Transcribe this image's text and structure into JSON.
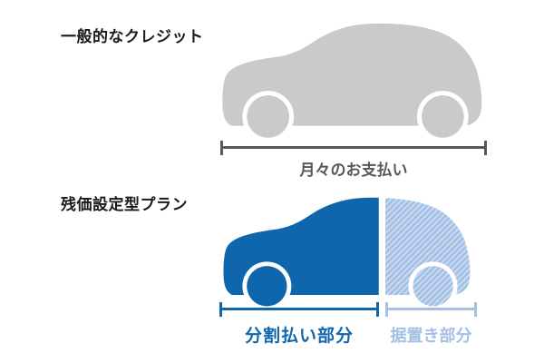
{
  "colors": {
    "page_bg": "#ffffff",
    "title_text": "#1a1a1a",
    "gray_car": "#c9caca",
    "gray_dark": "#595757",
    "blue": "#1066ad",
    "light_blue": "#a4c0e3",
    "hatch_base": "#9fbde4",
    "hatch_stripe": "#c9d9f1",
    "white": "#ffffff"
  },
  "sections": [
    {
      "title": "一般的なクレジット",
      "caption": "月々のお支払い"
    },
    {
      "title": "残価設定型プラン",
      "caption_installment": "分割払い部分",
      "caption_deferred": "据置き部分"
    }
  ]
}
